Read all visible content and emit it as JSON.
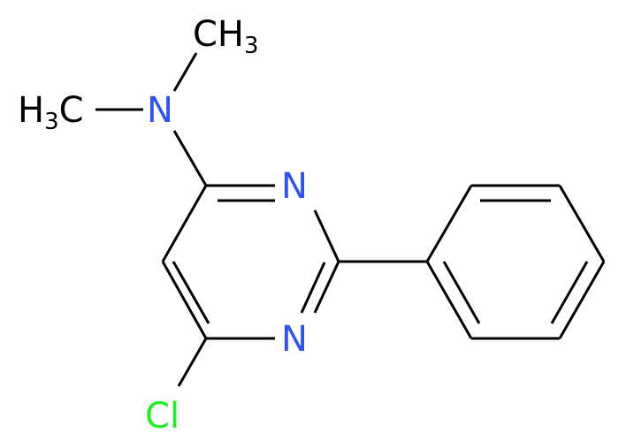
{
  "molecule": {
    "atoms": {
      "methyl_top": {
        "main": "CH",
        "sub": "3",
        "color": "#000000"
      },
      "methyl_left": {
        "pre": "H",
        "sub": "3",
        "main": "C",
        "color": "#000000"
      },
      "amine_n": {
        "text": "N",
        "color": "#3050F8"
      },
      "ring_n_top": {
        "text": "N",
        "color": "#3050F8"
      },
      "ring_n_bottom": {
        "text": "N",
        "color": "#3050F8"
      },
      "chlorine": {
        "text": "Cl",
        "color": "#1FF01F"
      }
    }
  }
}
